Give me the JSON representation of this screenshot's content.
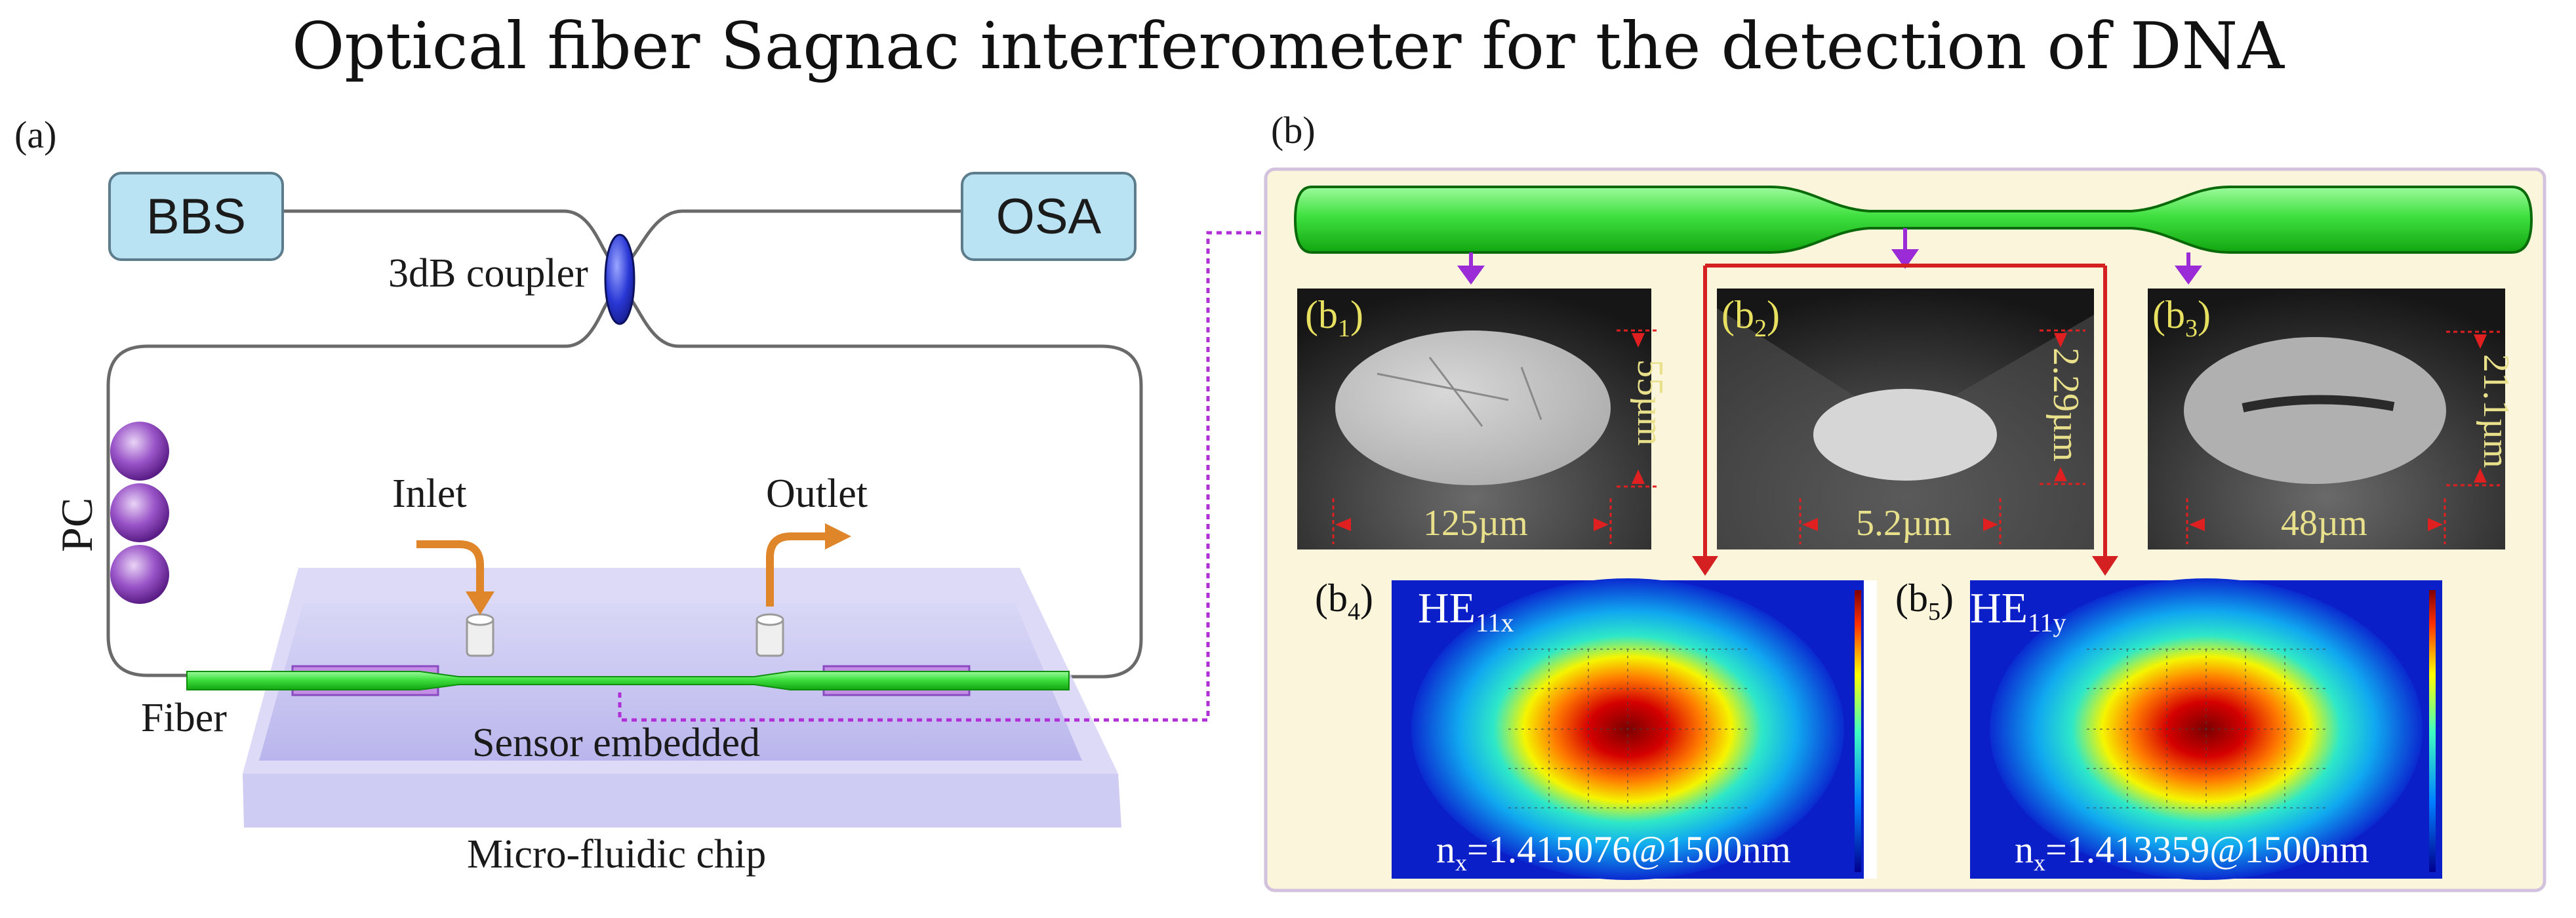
{
  "title": "Optical fiber Sagnac interferometer for the detection of DNA",
  "panel_a": {
    "label": "(a)",
    "bbs": "BBS",
    "osa": "OSA",
    "coupler": "3dB coupler",
    "pc": "PC",
    "inlet": "Inlet",
    "outlet": "Outlet",
    "fiber": "Fiber",
    "sensor": "Sensor embedded",
    "chip": "Micro-fluidic chip"
  },
  "panel_b": {
    "label": "(b)",
    "b1": {
      "label": "(b",
      "sub": "1",
      "close": ")",
      "height": "55µm",
      "width": "125µm"
    },
    "b2": {
      "label": "(b",
      "sub": "2",
      "close": ")",
      "height": "2.29µm",
      "width": "5.2µm"
    },
    "b3": {
      "label": "(b",
      "sub": "3",
      "close": ")",
      "height": "21.1µm",
      "width": "48µm"
    },
    "b4": {
      "label": "(b",
      "sub": "4",
      "close": ")",
      "mode": "HE",
      "mode_sub": "11x",
      "neff_prefix": "n",
      "neff_sub": "x",
      "neff_value": "=1.415076@1500nm"
    },
    "b5": {
      "label": "(b",
      "sub": "5",
      "close": ")",
      "mode": "HE",
      "mode_sub": "11y",
      "neff_prefix": "n",
      "neff_sub": "x",
      "neff_value": "=1.413359@1500nm"
    }
  },
  "colors": {
    "fiber_green": "#33dd33",
    "coupler_blue": "#2233cc",
    "pc_purple": "#8a3fb8",
    "arrow_orange": "#e0862a",
    "arrow_purple": "#9a2bd6",
    "arrow_red": "#d42020",
    "panel_bg": "#fbf5dc",
    "box_fill": "#b9e2f2"
  }
}
